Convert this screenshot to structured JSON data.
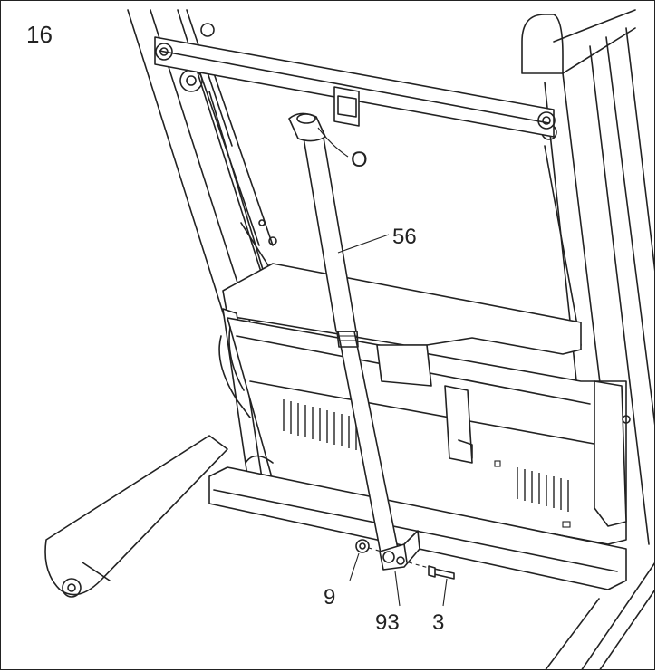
{
  "step": {
    "number": "16"
  },
  "callouts": {
    "part_o": "O",
    "part_56": "56",
    "part_9": "9",
    "part_93": "93",
    "part_3": "3"
  },
  "colors": {
    "line": "#222222",
    "background": "#ffffff"
  }
}
